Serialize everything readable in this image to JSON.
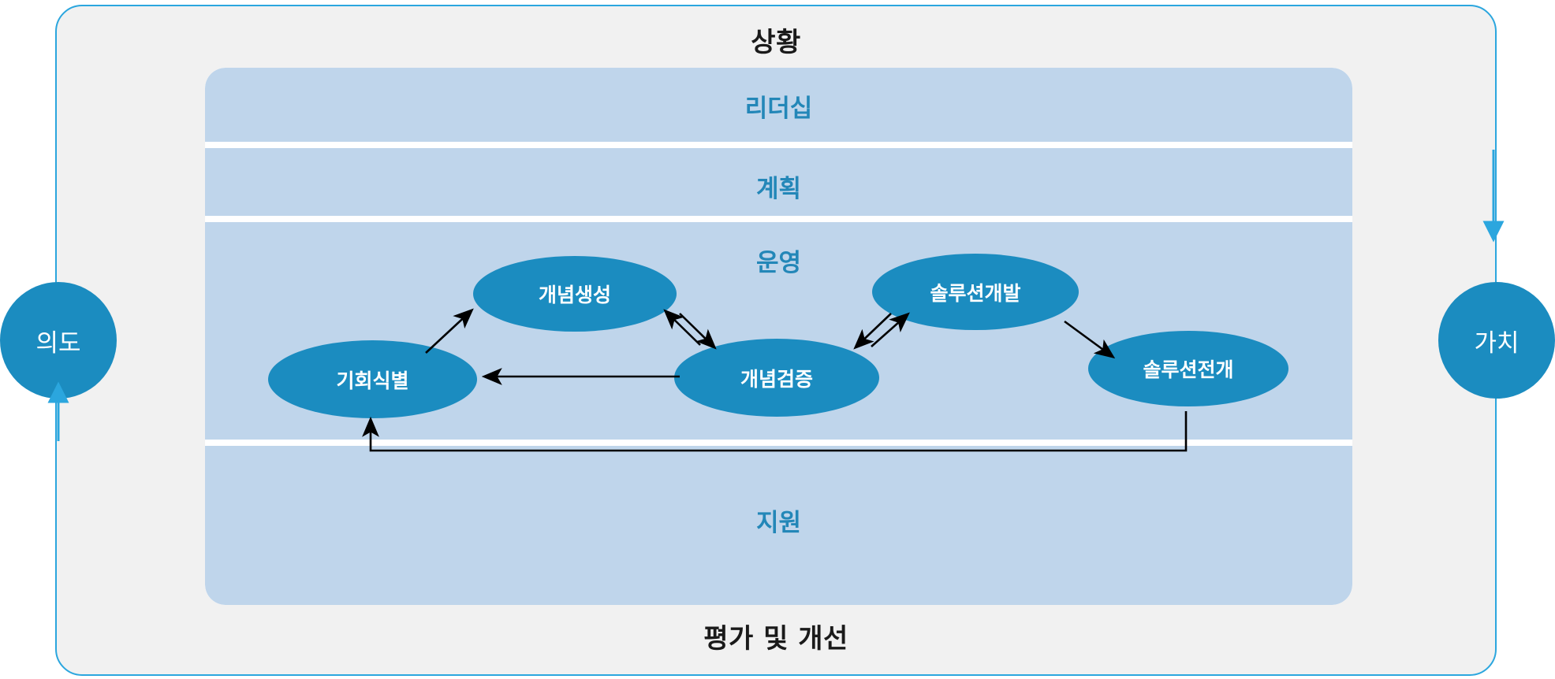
{
  "diagram": {
    "title": "상황",
    "footer": "평가 및 개선",
    "left_circle": "의도",
    "right_circle": "가치",
    "bands": [
      {
        "key": "leadership",
        "label": "리더십"
      },
      {
        "key": "planning",
        "label": "계획"
      },
      {
        "key": "operations",
        "label": "운영"
      },
      {
        "key": "support",
        "label": "지원"
      }
    ],
    "process_nodes": [
      {
        "key": "opportunity",
        "label": "기회식별"
      },
      {
        "key": "concept-generate",
        "label": "개념생성"
      },
      {
        "key": "concept-validate",
        "label": "개념검증"
      },
      {
        "key": "solution-develop",
        "label": "솔루션개발"
      },
      {
        "key": "solution-deploy",
        "label": "솔루션전개"
      }
    ],
    "colors": {
      "node_fill": "#1b8cc0",
      "band_fill": "#bfd5eb",
      "frame_border": "#2ba6de",
      "frame_fill": "#f1f1f1",
      "band_label": "#2387b8",
      "title_text": "#1a1a1a",
      "arrow": "#000000"
    }
  }
}
